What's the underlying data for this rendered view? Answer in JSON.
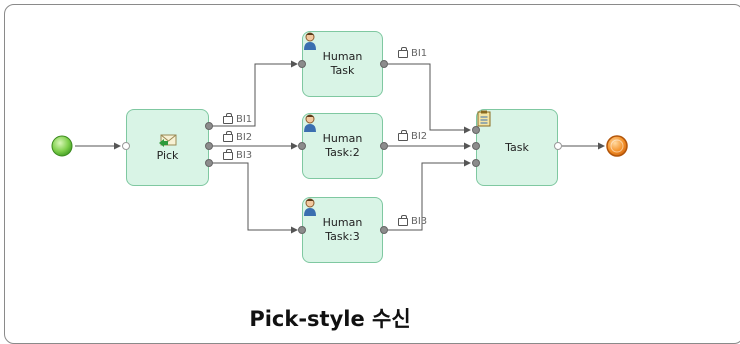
{
  "nodes": {
    "pick": {
      "label": "Pick",
      "icon": "pick-envelope-icon"
    },
    "human_task_1": {
      "label": "Human\nTask",
      "icon": "person-icon"
    },
    "human_task_2": {
      "label": "Human\nTask:2",
      "icon": "person-icon"
    },
    "human_task_3": {
      "label": "Human\nTask:3",
      "icon": "person-icon"
    },
    "task": {
      "label": "Task",
      "icon": "clipboard-icon"
    }
  },
  "edge_labels": {
    "pick_bi1": "BI1",
    "pick_bi2": "BI2",
    "pick_bi3": "BI3",
    "ht1_bi1": "BI1",
    "ht2_bi2": "BI2",
    "ht3_bi3": "BI3"
  },
  "caption": "Pick-style 수신",
  "colors": {
    "node_fill": "#d9f4e6",
    "node_border": "#7fc8a1",
    "start_event": "#6cc24a",
    "end_event": "#f08c1e"
  }
}
